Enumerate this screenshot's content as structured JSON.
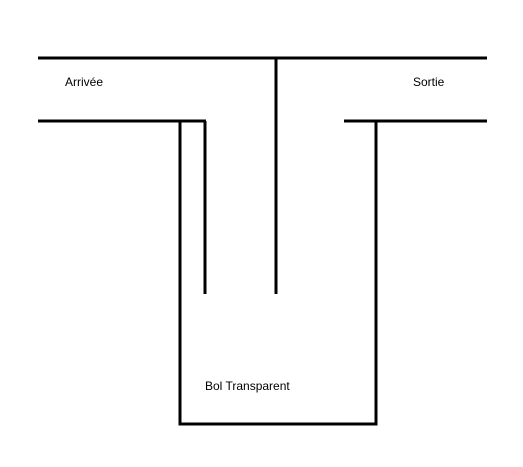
{
  "labels": {
    "inlet": "Arrivée",
    "outlet": "Sortie",
    "bowl": "Bol Transparent"
  },
  "colors": {
    "line": "#000000",
    "background": "#ffffff"
  }
}
